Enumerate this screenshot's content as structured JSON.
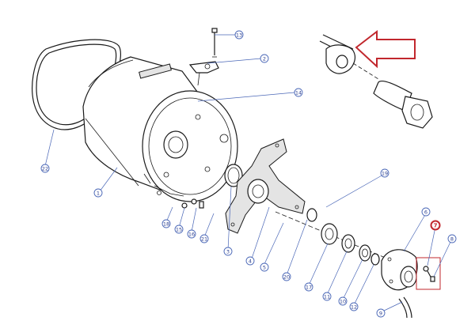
{
  "diagram": {
    "callouts": [
      {
        "id": "c13",
        "label": "13",
        "highlight": false
      },
      {
        "id": "c2",
        "label": "2",
        "highlight": false
      },
      {
        "id": "c14",
        "label": "14",
        "highlight": false
      },
      {
        "id": "c22",
        "label": "22",
        "highlight": false
      },
      {
        "id": "c1",
        "label": "1",
        "highlight": false
      },
      {
        "id": "c18",
        "label": "18",
        "highlight": false
      },
      {
        "id": "c15",
        "label": "15",
        "highlight": false
      },
      {
        "id": "c16",
        "label": "16",
        "highlight": false
      },
      {
        "id": "c21",
        "label": "21",
        "highlight": false
      },
      {
        "id": "c3",
        "label": "3",
        "highlight": false
      },
      {
        "id": "c4",
        "label": "4",
        "highlight": false
      },
      {
        "id": "c5",
        "label": "5",
        "highlight": false
      },
      {
        "id": "c20",
        "label": "20",
        "highlight": false
      },
      {
        "id": "c19",
        "label": "19",
        "highlight": false
      },
      {
        "id": "c17",
        "label": "17",
        "highlight": false
      },
      {
        "id": "c11",
        "label": "11",
        "highlight": false
      },
      {
        "id": "c10",
        "label": "10",
        "highlight": false
      },
      {
        "id": "c12",
        "label": "12",
        "highlight": false
      },
      {
        "id": "c6",
        "label": "6",
        "highlight": false
      },
      {
        "id": "c7",
        "label": "7",
        "highlight": true
      },
      {
        "id": "c8",
        "label": "8",
        "highlight": false
      },
      {
        "id": "c9",
        "label": "9",
        "highlight": false
      }
    ],
    "colors": {
      "line": "#1a1a1a",
      "callout": "#4a67b7",
      "highlight": "#c1272d",
      "background": "#ffffff"
    }
  }
}
